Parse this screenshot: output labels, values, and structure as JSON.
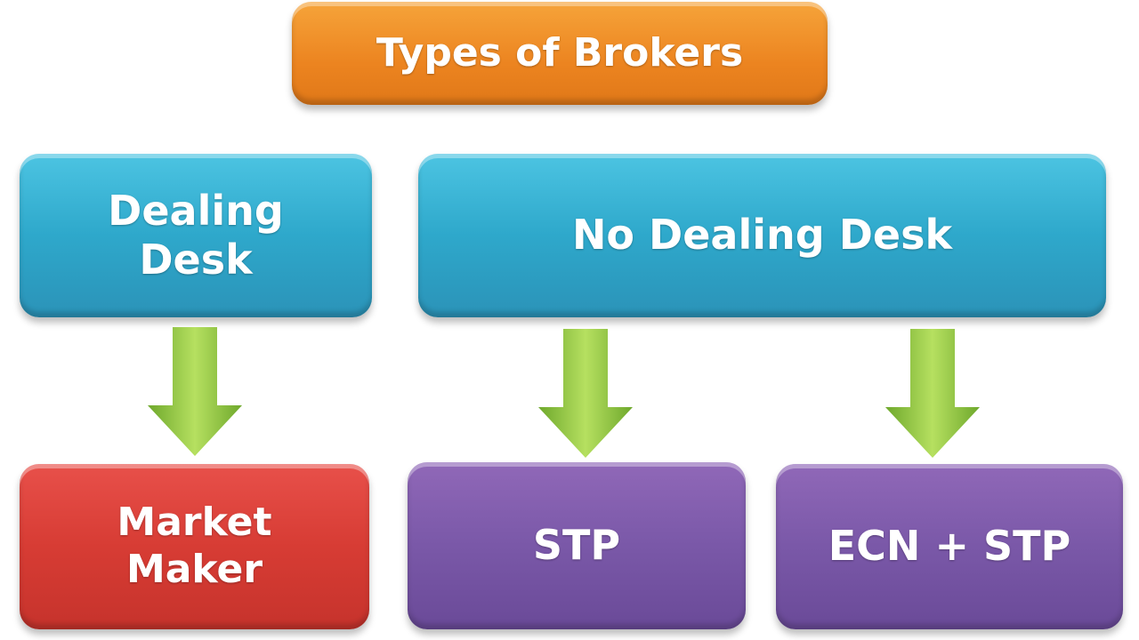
{
  "title": "Types of Brokers",
  "categories": [
    {
      "label_lines": [
        "Dealing",
        "Desk"
      ]
    },
    {
      "label": "No Dealing Desk"
    }
  ],
  "types": [
    {
      "label_lines": [
        "Market",
        "Maker"
      ]
    },
    {
      "label": "STP"
    },
    {
      "label": "ECN + STP"
    }
  ],
  "colors": {
    "title": "#ec8420",
    "category": "#2ea8cb",
    "market_maker": "#d73c34",
    "ndd_type": "#7a58a8",
    "arrow": "#8cc43c"
  }
}
